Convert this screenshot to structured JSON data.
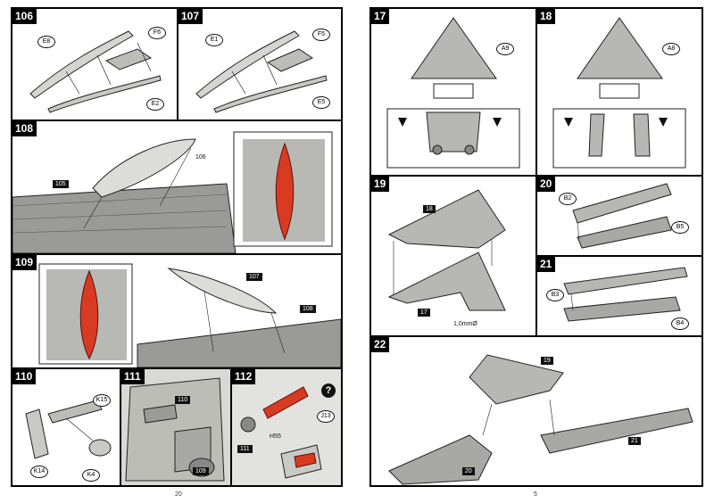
{
  "left_page": {
    "page_number": "20",
    "steps": {
      "s106": {
        "num": "106",
        "parts": [
          "E8",
          "F6",
          "E2"
        ]
      },
      "s107": {
        "num": "107",
        "parts": [
          "E1",
          "F5",
          "E5"
        ]
      },
      "s108": {
        "num": "108",
        "refs": [
          "105",
          "106"
        ]
      },
      "s109": {
        "num": "109",
        "refs": [
          "107",
          "108"
        ]
      },
      "s110": {
        "num": "110",
        "parts": [
          "K15",
          "K14",
          "K4"
        ]
      },
      "s111": {
        "num": "111",
        "refs": [
          "110",
          "109"
        ]
      },
      "s112": {
        "num": "112",
        "parts": [
          "J13",
          "H55"
        ],
        "refs": [
          "111"
        ],
        "help": "?"
      }
    }
  },
  "right_page": {
    "page_number": "5",
    "steps": {
      "s17": {
        "num": "17",
        "parts": [
          "A9"
        ]
      },
      "s18": {
        "num": "18",
        "parts": [
          "A8"
        ]
      },
      "s19": {
        "num": "19",
        "refs": [
          "18",
          "17"
        ],
        "drill": "1,0mmØ"
      },
      "s20": {
        "num": "20",
        "parts": [
          "B2",
          "B5"
        ]
      },
      "s21": {
        "num": "21",
        "parts": [
          "B3",
          "B4"
        ]
      },
      "s22": {
        "num": "22",
        "refs": [
          "19",
          "21",
          "20"
        ]
      }
    }
  },
  "colors": {
    "highlight": "#d83a22",
    "part_grey": "#b7b7b3",
    "line": "#1a1a1a"
  }
}
